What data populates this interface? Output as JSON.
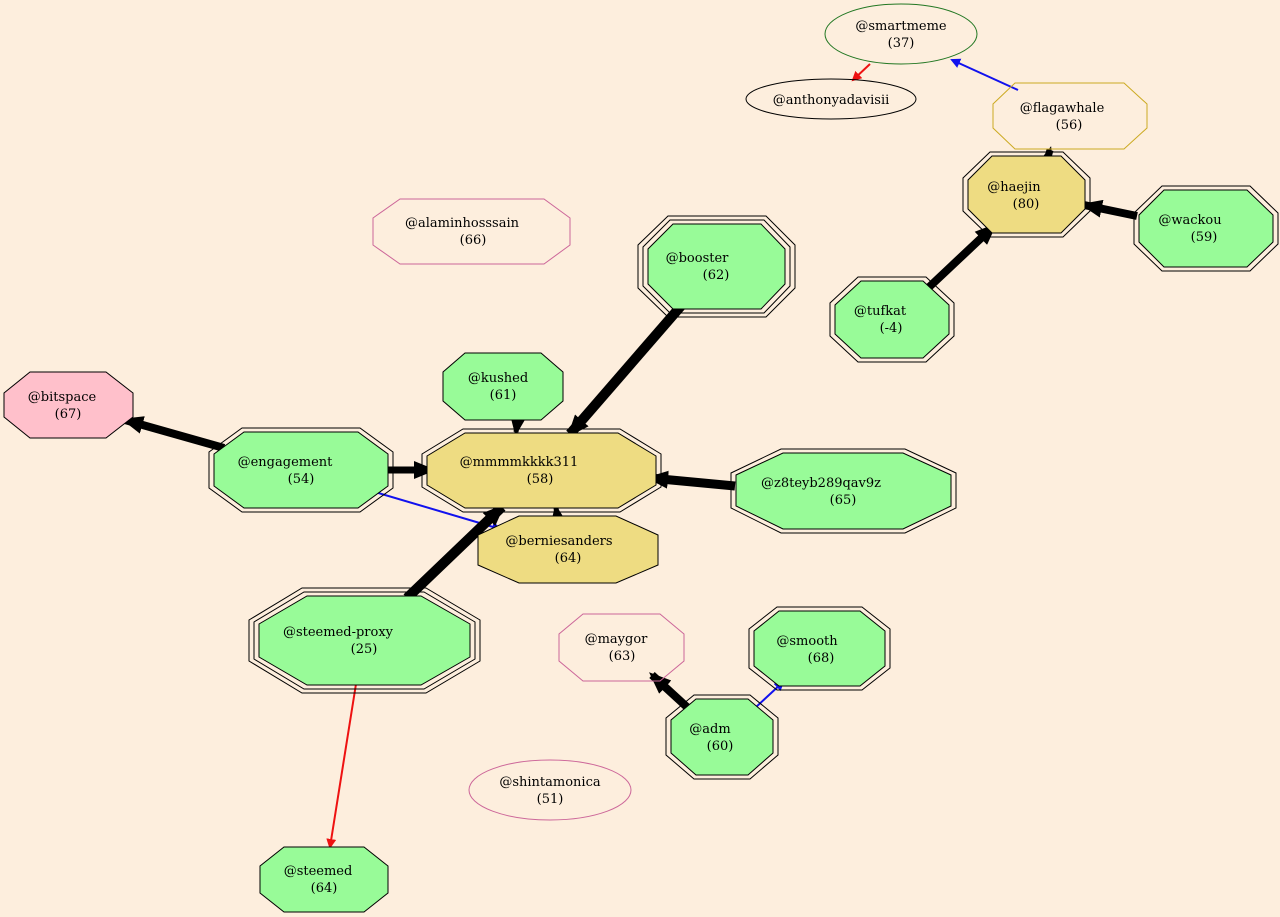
{
  "colors": {
    "background": "#fdeedd",
    "green_fill": "#98fb98",
    "khaki_fill": "#eedc82",
    "pink_fill": "#ffc0cb",
    "red_edge": "#ee1111",
    "blue_edge": "#1111ee",
    "black_edge": "#000000",
    "dark_green_border": "#227722",
    "gold_border": "#ccaa22",
    "orchid_border": "#cc6699"
  },
  "nodes": [
    {
      "id": "smartmeme",
      "name": "@smartmeme",
      "score": "(37)"
    },
    {
      "id": "anthonyadavisii",
      "name": "@anthonyadavisii",
      "score": ""
    },
    {
      "id": "flagawhale",
      "name": "@flagawhale",
      "score": "(56)"
    },
    {
      "id": "haejin",
      "name": "@haejin",
      "score": "(80)"
    },
    {
      "id": "wackou",
      "name": "@wackou",
      "score": "(59)"
    },
    {
      "id": "tufkat",
      "name": "@tufkat",
      "score": "(-4)"
    },
    {
      "id": "alaminhosssain",
      "name": "@alaminhosssain",
      "score": "(66)"
    },
    {
      "id": "booster",
      "name": "@booster",
      "score": "(62)"
    },
    {
      "id": "kushed",
      "name": "@kushed",
      "score": "(61)"
    },
    {
      "id": "bitspace",
      "name": "@bitspace",
      "score": "(67)"
    },
    {
      "id": "engagement",
      "name": "@engagement",
      "score": "(54)"
    },
    {
      "id": "mmmmkkkk311",
      "name": "@mmmmkkkk311",
      "score": "(58)"
    },
    {
      "id": "z8teyb289qav9z",
      "name": "@z8teyb289qav9z",
      "score": "(65)"
    },
    {
      "id": "berniesanders",
      "name": "@berniesanders",
      "score": "(64)"
    },
    {
      "id": "steemed-proxy",
      "name": "@steemed-proxy",
      "score": "(25)"
    },
    {
      "id": "maygor",
      "name": "@maygor",
      "score": "(63)"
    },
    {
      "id": "smooth",
      "name": "@smooth",
      "score": "(68)"
    },
    {
      "id": "adm",
      "name": "@adm",
      "score": "(60)"
    },
    {
      "id": "shintamonica",
      "name": "@shintamonica",
      "score": "(51)"
    },
    {
      "id": "steemed",
      "name": "@steemed",
      "score": "(64)"
    }
  ],
  "edges": [
    {
      "from": "smartmeme",
      "to": "anthonyadavisii",
      "color": "red",
      "weight": "thin"
    },
    {
      "from": "flagawhale",
      "to": "smartmeme",
      "color": "blue",
      "weight": "thin"
    },
    {
      "from": "haejin",
      "to": "flagawhale",
      "color": "black",
      "weight": "heavy"
    },
    {
      "from": "wackou",
      "to": "haejin",
      "color": "black",
      "weight": "heavy"
    },
    {
      "from": "tufkat",
      "to": "haejin",
      "color": "black",
      "weight": "heavy"
    },
    {
      "from": "booster",
      "to": "mmmmkkkk311",
      "color": "black",
      "weight": "heavy"
    },
    {
      "from": "kushed",
      "to": "mmmmkkkk311",
      "color": "black",
      "weight": "heavy"
    },
    {
      "from": "engagement",
      "to": "bitspace",
      "color": "black",
      "weight": "heavy"
    },
    {
      "from": "engagement",
      "to": "mmmmkkkk311",
      "color": "black",
      "weight": "heavy"
    },
    {
      "from": "engagement",
      "to": "berniesanders",
      "color": "blue",
      "weight": "thin"
    },
    {
      "from": "z8teyb289qav9z",
      "to": "mmmmkkkk311",
      "color": "black",
      "weight": "heavy"
    },
    {
      "from": "berniesanders",
      "to": "mmmmkkkk311",
      "color": "black",
      "weight": "heavy"
    },
    {
      "from": "steemed-proxy",
      "to": "mmmmkkkk311",
      "color": "black",
      "weight": "heavy"
    },
    {
      "from": "steemed-proxy",
      "to": "steemed",
      "color": "red",
      "weight": "thin"
    },
    {
      "from": "adm",
      "to": "maygor",
      "color": "black",
      "weight": "heavy"
    },
    {
      "from": "adm",
      "to": "smooth",
      "color": "blue",
      "weight": "thin"
    }
  ]
}
